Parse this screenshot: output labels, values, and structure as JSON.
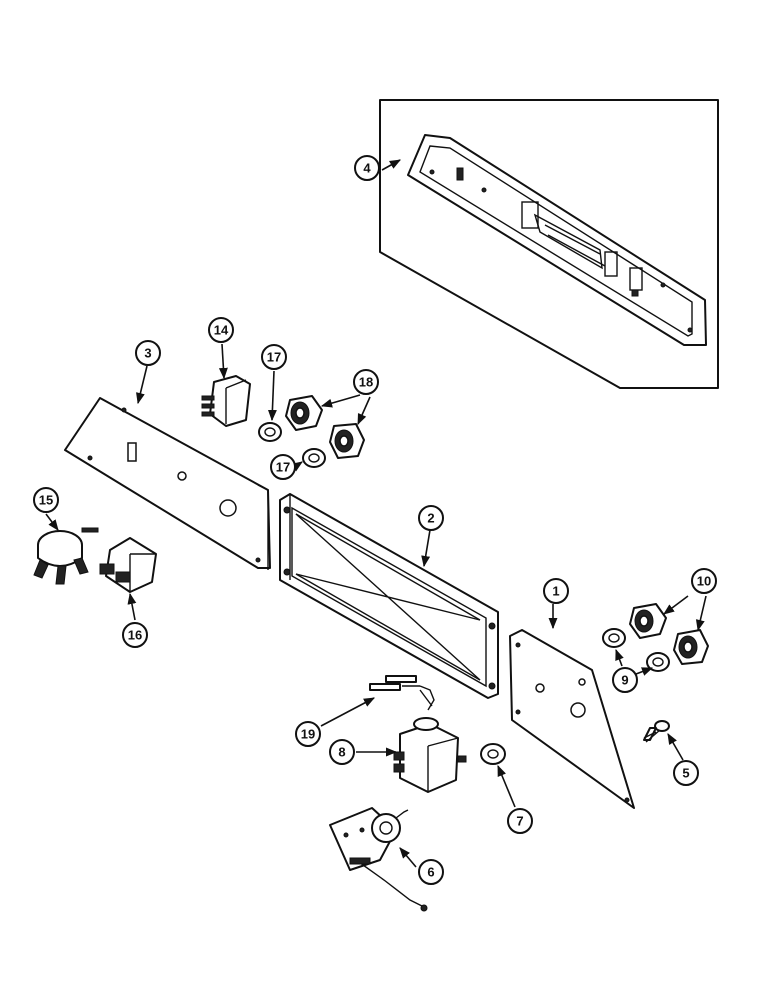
{
  "callouts": {
    "c1": "1",
    "c2": "2",
    "c3": "3",
    "c4": "4",
    "c5": "5",
    "c6": "6",
    "c7": "7",
    "c8": "8",
    "c9": "9",
    "c10": "10",
    "c14": "14",
    "c15": "15",
    "c16": "16",
    "c17a": "17",
    "c17b": "17",
    "c18": "18",
    "c19": "19"
  }
}
